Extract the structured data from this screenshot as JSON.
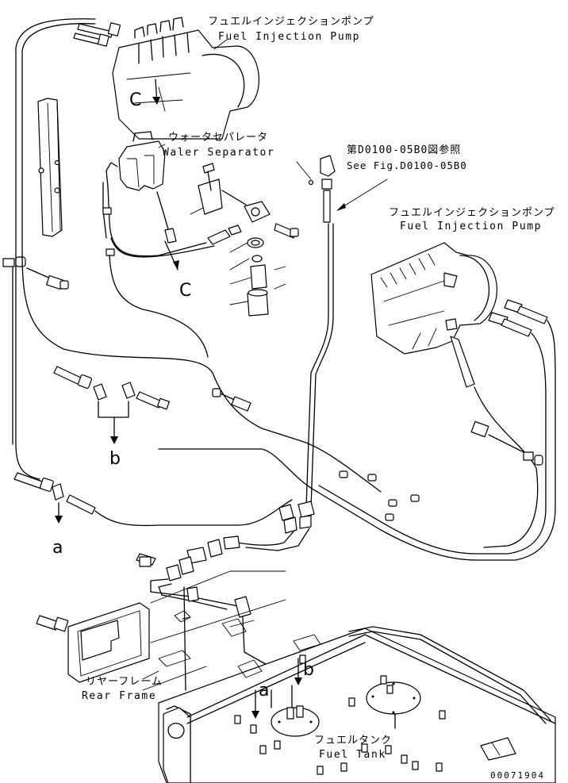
{
  "labels": {
    "pump_top_jp": "フュエルインジェクションポンプ",
    "pump_top_en": "Fuel Injection Pump",
    "separator_jp": "ウォータセパレータ",
    "separator_en": "Waler Separator",
    "ref_jp": "第D0100-05B0図参照",
    "ref_en": "See Fig.D0100-05B0",
    "pump_right_jp": "フュエルインジェクションポンプ",
    "pump_right_en": "Fuel Injection Pump",
    "frame_jp": "リヤーフレーム",
    "frame_en": "Rear Frame",
    "tank_jp": "フュエルタンク",
    "tank_en": "Fuel Tank",
    "drawing_number": "00071904"
  },
  "callouts": {
    "c_upper": "C",
    "c_lower": "C",
    "b_left": "b",
    "a_left": "a",
    "b_right": "b",
    "a_small": "a"
  }
}
